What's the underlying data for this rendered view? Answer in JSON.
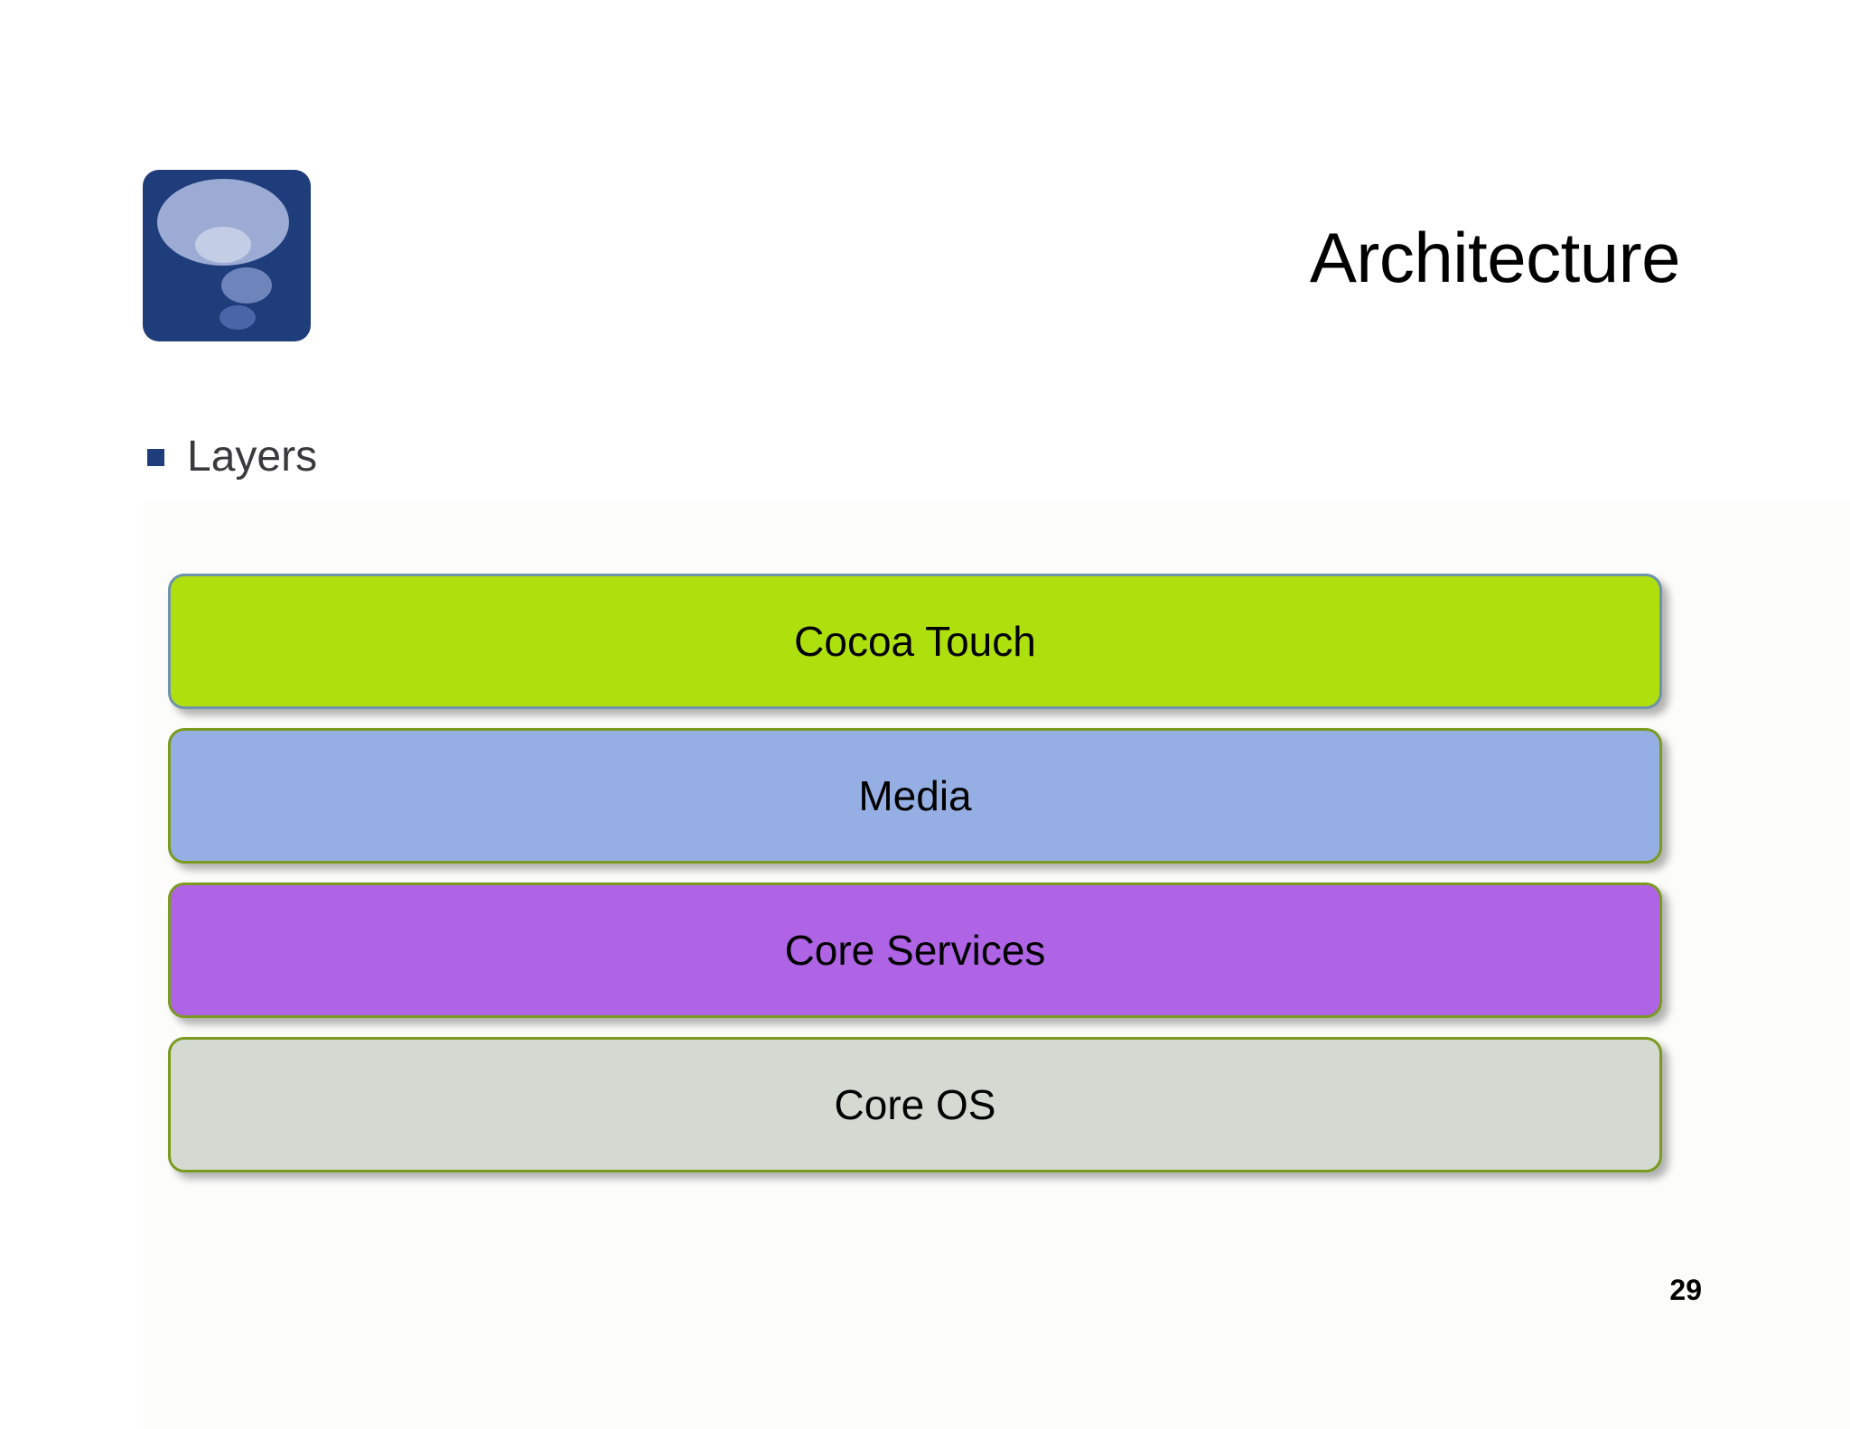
{
  "slide": {
    "title": "Architecture",
    "page_number": "29",
    "bullet": {
      "label": "Layers",
      "marker": "square-bullet",
      "marker_color": "#1F3C7B"
    },
    "logo": {
      "name": "thought-bubble-logo",
      "background_color": "#1F3C7B"
    },
    "layers": [
      {
        "label": "Cocoa Touch",
        "fill": "#AEE00E",
        "border": "#6F93AB",
        "text_color": "#000000"
      },
      {
        "label": "Media",
        "fill": "#95AEE4",
        "border": "#7A9A20",
        "text_color": "#000000"
      },
      {
        "label": "Core Services",
        "fill": "#AF63E5",
        "border": "#7A9A20",
        "text_color": "#000000"
      },
      {
        "label": "Core OS",
        "fill": "#D4DAD1",
        "border": "#7A9A20",
        "text_color": "#000000"
      }
    ]
  }
}
